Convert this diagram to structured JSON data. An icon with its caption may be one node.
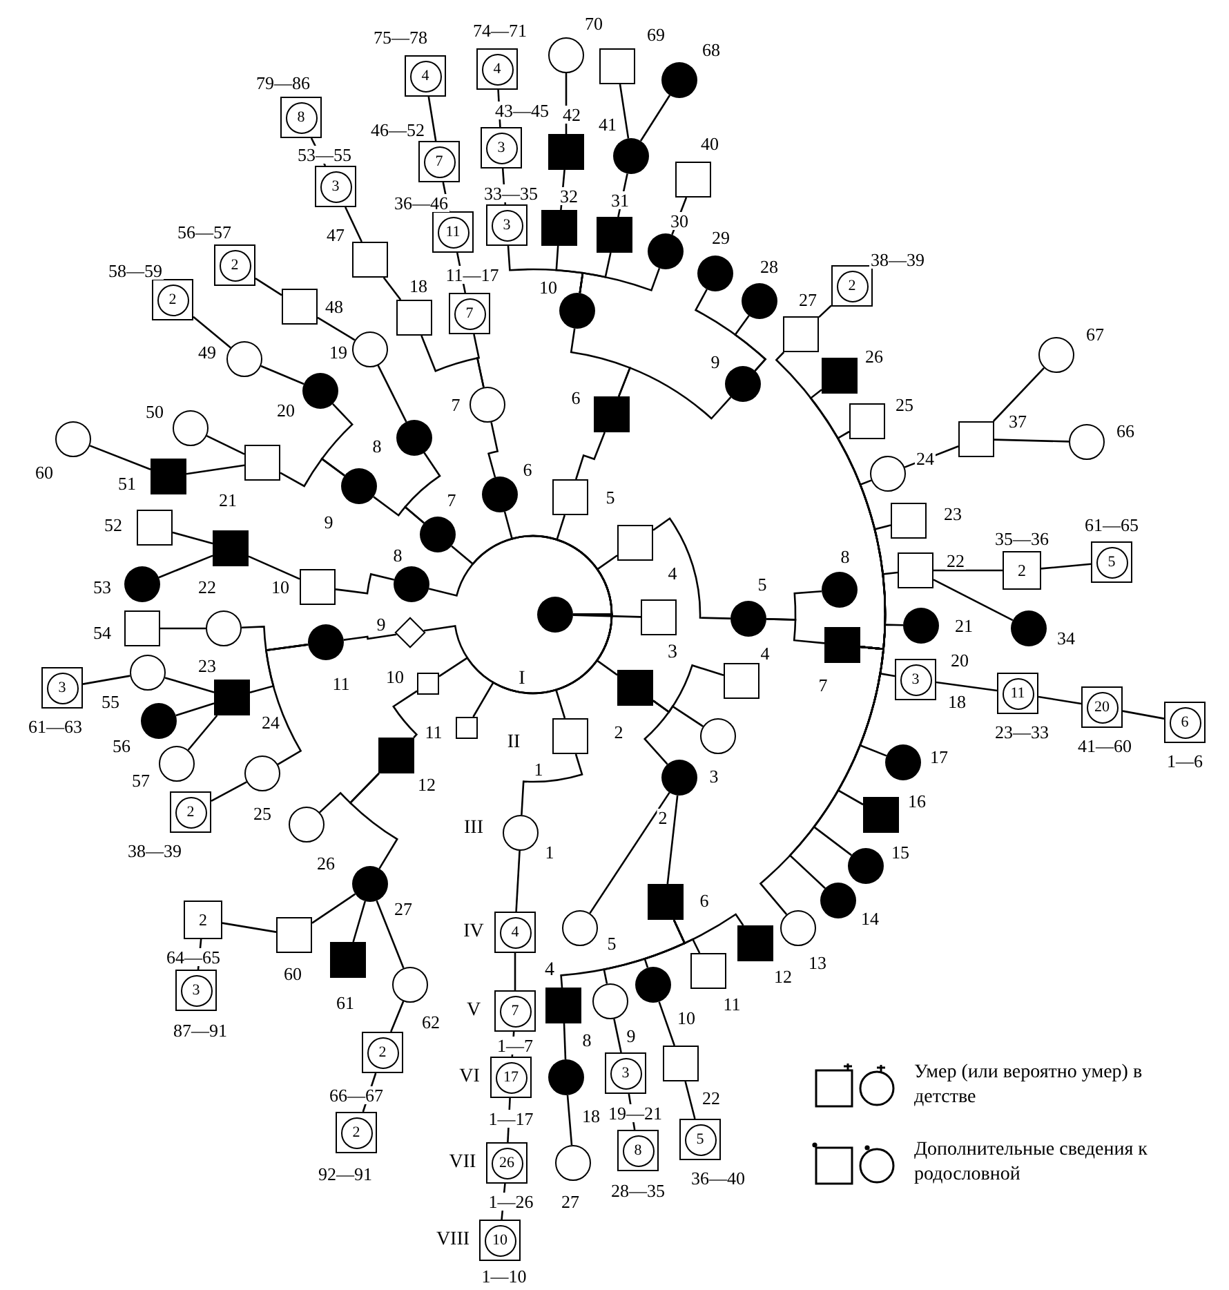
{
  "diagram": {
    "nodes": [
      {
        "text": [],
        "shape": "circle"
      },
      {
        "text": [],
        "shape": "box"
      },
      {
        "text": [],
        "shape": "box",
        "beside": [
          "1"
        ]
      },
      {
        "text": [],
        "shape": "box",
        "beside": [
          "2"
        ]
      },
      {
        "text": [],
        "shape": "box",
        "beside": [
          "4"
        ]
      },
      {
        "text": [],
        "shape": "box",
        "beside": [
          "5"
        ]
      },
      {
        "text": [],
        "shape": "circle",
        "beside": [
          "6"
        ]
      },
      {
        "text": [],
        "shape": "circle",
        "beside": [
          "7"
        ]
      },
      {
        "text": [],
        "shape": "circle",
        "beside": [
          "8"
        ]
      },
      {
        "text": [],
        "shape": "diamond",
        "beside": [
          "9"
        ]
      },
      {
        "text": [],
        "shape": "box",
        "beside": [
          "10"
        ]
      },
      {
        "text": [],
        "shape": "box",
        "beside": [
          "11"
        ]
      },
      {
        "text": [],
        "shape": "circle",
        "beside": [
          "1"
        ]
      },
      {
        "text": [],
        "shape": "circle",
        "beside": [
          "2"
        ]
      },
      {
        "text": [],
        "shape": "circle",
        "beside": [
          "3"
        ]
      },
      {
        "text": [],
        "shape": "box",
        "beside": [
          "4"
        ]
      },
      {
        "text": [],
        "shape": "circle",
        "beside": [
          "5"
        ]
      },
      {
        "text": [],
        "shape": "box",
        "beside": [
          "6"
        ]
      },
      {
        "text": [],
        "shape": "circle",
        "beside": [
          "7"
        ]
      },
      {
        "text": [],
        "shape": "circle",
        "beside": [
          "8"
        ]
      },
      {
        "text": [],
        "shape": "circle",
        "beside": [
          "9"
        ]
      },
      {
        "text": [],
        "shape": "box",
        "beside": [
          "10"
        ]
      },
      {
        "text": [],
        "shape": "circle",
        "beside": [
          "11"
        ]
      },
      {
        "text": [],
        "shape": "box",
        "beside": [
          "12"
        ]
      },
      {
        "text": [
          "4"
        ]
      },
      {
        "text": [],
        "shape": "circle",
        "beside": [
          "5"
        ]
      },
      {
        "text": [],
        "shape": "box",
        "beside": [
          "6"
        ]
      },
      {
        "text": [
          "7"
        ],
        "beside": [
          "1—7"
        ]
      },
      {
        "text": [],
        "shape": "box",
        "beside": [
          "8"
        ]
      },
      {
        "text": [],
        "shape": "circle",
        "beside": [
          "9"
        ]
      },
      {
        "text": [],
        "shape": "circle",
        "beside": [
          "10"
        ]
      },
      {
        "text": [],
        "shape": "box",
        "beside": [
          "11"
        ]
      },
      {
        "text": [],
        "shape": "box",
        "beside": [
          "12"
        ]
      },
      {
        "text": [],
        "shape": "circle",
        "beside": [
          "13"
        ]
      },
      {
        "text": [],
        "shape": "circle",
        "beside": [
          "14"
        ]
      },
      {
        "text": [],
        "shape": "circle",
        "beside": [
          "15"
        ]
      },
      {
        "text": [],
        "shape": "box",
        "beside": [
          "16"
        ]
      },
      {
        "text": [],
        "shape": "circle",
        "beside": [
          "17"
        ]
      },
      {
        "text": [
          "3"
        ],
        "beside": [
          "20",
          "18"
        ]
      },
      {
        "text": [],
        "shape": "circle",
        "beside": [
          "21"
        ]
      },
      {
        "text": [],
        "shape": "box",
        "beside": [
          "22"
        ]
      },
      {
        "text": [],
        "shape": "box",
        "beside": [
          "23"
        ]
      },
      {
        "text": [],
        "shape": "circle",
        "beside": [
          "24"
        ]
      },
      {
        "text": [],
        "shape": "box",
        "beside": [
          "25"
        ]
      },
      {
        "text": [],
        "shape": "box",
        "beside": [
          "26"
        ]
      },
      {
        "text": [],
        "shape": "box",
        "beside": [
          "27"
        ]
      },
      {
        "text": [],
        "shape": "circle",
        "beside": [
          "28"
        ]
      },
      {
        "text": [],
        "shape": "circle",
        "beside": [
          "29"
        ]
      },
      {
        "text": [],
        "shape": "circle",
        "beside": [
          "30"
        ]
      },
      {
        "text": [],
        "shape": "box",
        "beside": [
          "31"
        ]
      },
      {
        "text": [],
        "shape": "box",
        "beside": [
          "32"
        ]
      },
      {
        "text": [
          "3"
        ],
        "beside": [
          "33—35"
        ]
      },
      {
        "text": [
          "11"
        ],
        "beside": [
          "36—46"
        ]
      },
      {
        "text": [],
        "shape": "circle",
        "beside": [
          "10"
        ]
      },
      {
        "text": [],
        "shape": "circle",
        "beside": [
          "9"
        ]
      },
      {
        "text": [
          "7"
        ],
        "beside": [
          "11—17"
        ]
      },
      {
        "text": [],
        "shape": "box",
        "beside": [
          "18"
        ]
      },
      {
        "text": [],
        "shape": "circle",
        "beside": [
          "19"
        ]
      },
      {
        "text": [],
        "shape": "circle",
        "beside": [
          "20"
        ]
      },
      {
        "text": [],
        "shape": "box",
        "beside": [
          "47"
        ]
      },
      {
        "text": [],
        "shape": "box",
        "beside": [
          "48"
        ]
      },
      {
        "text": [
          "2"
        ],
        "beside": [
          "56—57"
        ]
      },
      {
        "text": [
          "3"
        ],
        "beside": [
          "53—55"
        ]
      },
      {
        "text": [
          "8"
        ],
        "beside": [
          "79—86"
        ]
      },
      {
        "text": [
          "7"
        ],
        "beside": [
          "46—52"
        ]
      },
      {
        "text": [
          "3"
        ],
        "beside": [
          "43—45"
        ]
      },
      {
        "text": [],
        "shape": "box",
        "beside": [
          "42"
        ]
      },
      {
        "text": [],
        "shape": "circle",
        "beside": [
          "41"
        ]
      },
      {
        "text": [],
        "shape": "box",
        "beside": [
          "40"
        ]
      },
      {
        "text": [
          "4"
        ],
        "beside": [
          "75—78"
        ]
      },
      {
        "text": [
          "4"
        ],
        "beside": [
          "74—71"
        ]
      },
      {
        "text": [],
        "shape": "circle",
        "beside": [
          "70"
        ]
      },
      {
        "text": [],
        "shape": "box",
        "beside": [
          "69"
        ]
      },
      {
        "text": [],
        "shape": "circle",
        "beside": [
          "68"
        ]
      },
      {
        "text": [
          "2"
        ],
        "beside": [
          "58—59"
        ]
      },
      {
        "text": [],
        "shape": "circle",
        "beside": [
          "49"
        ]
      },
      {
        "text": [],
        "shape": "circle",
        "beside": [
          "50"
        ]
      },
      {
        "text": [],
        "shape": "box",
        "beside": [
          "21"
        ]
      },
      {
        "text": [],
        "shape": "circle",
        "beside": [
          "60"
        ]
      },
      {
        "text": [],
        "shape": "box",
        "beside": [
          "51"
        ]
      },
      {
        "text": [],
        "shape": "box",
        "beside": [
          "52"
        ]
      },
      {
        "text": [],
        "shape": "box",
        "beside": [
          "22"
        ]
      },
      {
        "text": [],
        "shape": "circle",
        "beside": [
          "53"
        ]
      },
      {
        "text": [],
        "shape": "box",
        "beside": [
          "54"
        ]
      },
      {
        "text": [],
        "shape": "circle",
        "beside": [
          "23"
        ]
      },
      {
        "text": [],
        "shape": "circle",
        "beside": [
          "55"
        ]
      },
      {
        "text": [
          "3"
        ],
        "beside": [
          "61—63"
        ]
      },
      {
        "text": [],
        "shape": "box",
        "beside": [
          "24"
        ]
      },
      {
        "text": [],
        "shape": "circle",
        "beside": [
          "56"
        ]
      },
      {
        "text": [],
        "shape": "circle",
        "beside": [
          "57"
        ]
      },
      {
        "text": [],
        "shape": "circle",
        "beside": [
          "25"
        ]
      },
      {
        "text": [
          "2"
        ],
        "beside": [
          "38—39"
        ]
      },
      {
        "text": [],
        "shape": "circle",
        "beside": [
          "26"
        ]
      },
      {
        "text": [],
        "shape": "circle",
        "beside": [
          "27"
        ]
      },
      {
        "text": [],
        "shape": "box",
        "beside": [
          "60"
        ]
      },
      {
        "text": [],
        "shape": "box",
        "beside": [
          "61"
        ]
      },
      {
        "text": [],
        "shape": "circle",
        "beside": [
          "62"
        ]
      },
      {
        "text": [
          "2"
        ],
        "beside": [
          "66—67"
        ]
      },
      {
        "text": [
          "2"
        ],
        "beside": [
          "92—91"
        ]
      },
      {
        "text": [
          "2"
        ],
        "beside": [
          "64—65"
        ]
      },
      {
        "text": [
          "3"
        ],
        "beside": [
          "87—91"
        ]
      },
      {
        "text": [],
        "shape": "box",
        "beside": [
          "7"
        ]
      },
      {
        "text": [],
        "shape": "circle",
        "beside": [
          "8"
        ]
      },
      {
        "text": [],
        "shape": "box",
        "beside": [
          "37"
        ]
      },
      {
        "text": [],
        "shape": "circle",
        "beside": [
          "67"
        ]
      },
      {
        "text": [],
        "shape": "circle",
        "beside": [
          "66"
        ]
      },
      {
        "text": [
          "2"
        ],
        "beside": [
          "35—36"
        ]
      },
      {
        "text": [
          "5"
        ],
        "beside": [
          "61—65"
        ]
      },
      {
        "text": [],
        "shape": "circle",
        "beside": [
          "34"
        ]
      },
      {
        "text": [
          "11"
        ],
        "beside": [
          "23—33"
        ]
      },
      {
        "text": [
          "20"
        ],
        "beside": [
          "41—60"
        ]
      },
      {
        "text": [
          "6"
        ],
        "beside": [
          "1—6"
        ]
      },
      {
        "text": [
          "2"
        ],
        "beside": [
          "38—39"
        ]
      },
      {
        "text": [
          "17"
        ],
        "beside": [
          "1—17"
        ]
      },
      {
        "text": [],
        "shape": "circle",
        "beside": [
          "18"
        ]
      },
      {
        "text": [
          "3"
        ],
        "beside": [
          "19—21"
        ]
      },
      {
        "text": [],
        "shape": "box",
        "beside": [
          "22"
        ]
      },
      {
        "text": [
          "26"
        ],
        "beside": [
          "1—26"
        ]
      },
      {
        "text": [],
        "shape": "circle",
        "beside": [
          "27"
        ]
      },
      {
        "text": [
          "8"
        ],
        "beside": [
          "28—35"
        ]
      },
      {
        "text": [
          "5"
        ],
        "beside": [
          "36—40"
        ]
      },
      {
        "text": [
          "10"
        ],
        "beside": [
          "1—10"
        ]
      }
    ],
    "edges": [
      {
        "from": 0,
        "to": 1,
        "arrow": "none"
      },
      {
        "from": 0,
        "to": 2,
        "arrow": "none"
      },
      {
        "from": 0,
        "to": 3,
        "arrow": "none"
      },
      {
        "from": 0,
        "to": 4,
        "arrow": "none"
      },
      {
        "from": 0,
        "to": 5,
        "arrow": "none"
      },
      {
        "from": 0,
        "to": 6,
        "arrow": "none"
      },
      {
        "from": 0,
        "to": 7,
        "arrow": "none"
      },
      {
        "from": 0,
        "to": 8,
        "arrow": "none"
      },
      {
        "from": 0,
        "to": 9,
        "arrow": "none"
      },
      {
        "from": 0,
        "to": 10,
        "arrow": "none"
      },
      {
        "from": 0,
        "to": 11,
        "arrow": "none"
      },
      {
        "from": 2,
        "to": 12,
        "arrow": "none"
      },
      {
        "from": 3,
        "to": 13,
        "arrow": "none"
      },
      {
        "from": 3,
        "to": 14,
        "arrow": "none"
      },
      {
        "from": 3,
        "to": 15,
        "arrow": "none"
      },
      {
        "from": 4,
        "to": 16,
        "arrow": "none"
      },
      {
        "from": 5,
        "to": 17,
        "arrow": "none"
      },
      {
        "from": 6,
        "to": 18,
        "arrow": "none"
      },
      {
        "from": 7,
        "to": 19,
        "arrow": "none"
      },
      {
        "from": 7,
        "to": 20,
        "arrow": "none"
      },
      {
        "from": 8,
        "to": 21,
        "arrow": "none"
      },
      {
        "from": 9,
        "to": 22,
        "arrow": "none"
      },
      {
        "from": 10,
        "to": 23,
        "arrow": "none"
      },
      {
        "from": 12,
        "to": 24,
        "arrow": "none"
      },
      {
        "from": 13,
        "to": 25,
        "arrow": "none"
      },
      {
        "from": 13,
        "to": 26,
        "arrow": "none"
      },
      {
        "from": 24,
        "to": 27,
        "arrow": "none"
      },
      {
        "from": 26,
        "to": 28,
        "arrow": "none"
      },
      {
        "from": 26,
        "to": 29,
        "arrow": "none"
      },
      {
        "from": 26,
        "to": 30,
        "arrow": "none"
      },
      {
        "from": 26,
        "to": 31,
        "arrow": "none"
      },
      {
        "from": 26,
        "to": 32,
        "arrow": "none"
      },
      {
        "from": 16,
        "to": 101,
        "arrow": "none"
      },
      {
        "from": 16,
        "to": 102,
        "arrow": "none"
      },
      {
        "from": 17,
        "to": 53,
        "arrow": "none"
      },
      {
        "from": 17,
        "to": 54,
        "arrow": "none"
      },
      {
        "from": 101,
        "to": 33,
        "arrow": "none"
      },
      {
        "from": 101,
        "to": 34,
        "arrow": "none"
      },
      {
        "from": 101,
        "to": 35,
        "arrow": "none"
      },
      {
        "from": 101,
        "to": 36,
        "arrow": "none"
      },
      {
        "from": 101,
        "to": 37,
        "arrow": "none"
      },
      {
        "from": 101,
        "to": 38,
        "arrow": "none"
      },
      {
        "from": 101,
        "to": 39,
        "arrow": "none"
      },
      {
        "from": 101,
        "to": 40,
        "arrow": "none"
      },
      {
        "from": 101,
        "to": 41,
        "arrow": "none"
      },
      {
        "from": 101,
        "to": 42,
        "arrow": "none"
      },
      {
        "from": 101,
        "to": 43,
        "arrow": "none"
      },
      {
        "from": 101,
        "to": 44,
        "arrow": "none"
      },
      {
        "from": 101,
        "to": 45,
        "arrow": "none"
      },
      {
        "from": 54,
        "to": 46,
        "arrow": "none"
      },
      {
        "from": 54,
        "to": 47,
        "arrow": "none"
      },
      {
        "from": 53,
        "to": 48,
        "arrow": "none"
      },
      {
        "from": 53,
        "to": 49,
        "arrow": "none"
      },
      {
        "from": 53,
        "to": 50,
        "arrow": "none"
      },
      {
        "from": 53,
        "to": 51,
        "arrow": "none"
      },
      {
        "from": 55,
        "to": 52,
        "arrow": "none"
      },
      {
        "from": 50,
        "to": 66,
        "arrow": "none"
      },
      {
        "from": 51,
        "to": 65,
        "arrow": "none"
      },
      {
        "from": 49,
        "to": 67,
        "arrow": "none"
      },
      {
        "from": 48,
        "to": 68,
        "arrow": "none"
      },
      {
        "from": 52,
        "to": 64,
        "arrow": "none"
      },
      {
        "from": 65,
        "to": 70,
        "arrow": "none"
      },
      {
        "from": 66,
        "to": 71,
        "arrow": "none"
      },
      {
        "from": 67,
        "to": 72,
        "arrow": "none"
      },
      {
        "from": 67,
        "to": 73,
        "arrow": "none"
      },
      {
        "from": 64,
        "to": 69,
        "arrow": "none"
      },
      {
        "from": 18,
        "to": 55,
        "arrow": "none"
      },
      {
        "from": 18,
        "to": 56,
        "arrow": "none"
      },
      {
        "from": 19,
        "to": 57,
        "arrow": "none"
      },
      {
        "from": 20,
        "to": 58,
        "arrow": "none"
      },
      {
        "from": 56,
        "to": 59,
        "arrow": "none"
      },
      {
        "from": 59,
        "to": 62,
        "arrow": "none"
      },
      {
        "from": 62,
        "to": 63,
        "arrow": "none"
      },
      {
        "from": 57,
        "to": 60,
        "arrow": "none"
      },
      {
        "from": 60,
        "to": 61,
        "arrow": "none"
      },
      {
        "from": 58,
        "to": 75,
        "arrow": "none"
      },
      {
        "from": 75,
        "to": 74,
        "arrow": "none"
      },
      {
        "from": 20,
        "to": 77,
        "arrow": "none"
      },
      {
        "from": 77,
        "to": 76,
        "arrow": "none"
      },
      {
        "from": 77,
        "to": 79,
        "arrow": "none"
      },
      {
        "from": 79,
        "to": 78,
        "arrow": "none"
      },
      {
        "from": 21,
        "to": 81,
        "arrow": "none"
      },
      {
        "from": 81,
        "to": 80,
        "arrow": "none"
      },
      {
        "from": 81,
        "to": 82,
        "arrow": "none"
      },
      {
        "from": 22,
        "to": 84,
        "arrow": "none"
      },
      {
        "from": 84,
        "to": 83,
        "arrow": "none"
      },
      {
        "from": 22,
        "to": 87,
        "arrow": "none"
      },
      {
        "from": 87,
        "to": 85,
        "arrow": "none"
      },
      {
        "from": 85,
        "to": 86,
        "arrow": "none"
      },
      {
        "from": 87,
        "to": 88,
        "arrow": "none"
      },
      {
        "from": 87,
        "to": 89,
        "arrow": "none"
      },
      {
        "from": 22,
        "to": 90,
        "arrow": "none"
      },
      {
        "from": 90,
        "to": 91,
        "arrow": "none"
      },
      {
        "from": 23,
        "to": 92,
        "arrow": "none"
      },
      {
        "from": 23,
        "to": 93,
        "arrow": "none"
      },
      {
        "from": 93,
        "to": 94,
        "arrow": "none"
      },
      {
        "from": 93,
        "to": 95,
        "arrow": "none"
      },
      {
        "from": 93,
        "to": 96,
        "arrow": "none"
      },
      {
        "from": 96,
        "to": 97,
        "arrow": "none"
      },
      {
        "from": 97,
        "to": 98,
        "arrow": "none"
      },
      {
        "from": 94,
        "to": 99,
        "arrow": "none"
      },
      {
        "from": 99,
        "to": 100,
        "arrow": "none"
      },
      {
        "from": 42,
        "to": 103,
        "arrow": "none"
      },
      {
        "from": 103,
        "to": 104,
        "arrow": "none"
      },
      {
        "from": 103,
        "to": 105,
        "arrow": "none"
      },
      {
        "from": 40,
        "to": 106,
        "arrow": "none"
      },
      {
        "from": 106,
        "to": 107,
        "arrow": "none"
      },
      {
        "from": 40,
        "to": 108,
        "arrow": "none"
      },
      {
        "from": 38,
        "to": 109,
        "arrow": "none"
      },
      {
        "from": 109,
        "to": 110,
        "arrow": "none"
      },
      {
        "from": 110,
        "to": 111,
        "arrow": "none"
      },
      {
        "from": 45,
        "to": 112,
        "arrow": "none"
      },
      {
        "from": 27,
        "to": 113,
        "arrow": "none"
      },
      {
        "from": 28,
        "to": 114,
        "arrow": "none"
      },
      {
        "from": 29,
        "to": 115,
        "arrow": "none"
      },
      {
        "from": 30,
        "to": 116,
        "arrow": "none"
      },
      {
        "from": 113,
        "to": 117,
        "arrow": "none"
      },
      {
        "from": 114,
        "to": 118,
        "arrow": "none"
      },
      {
        "from": 115,
        "to": 119,
        "arrow": "none"
      },
      {
        "from": 116,
        "to": 120,
        "arrow": "none"
      },
      {
        "from": 117,
        "to": 121,
        "arrow": "none"
      }
    ],
    "labels": [
      "I",
      "II",
      "III",
      "IV",
      "V",
      "VI",
      "VII",
      "VIII",
      "3",
      "4"
    ],
    "legend": [
      {
        "text": "Умер (или вероятно умер) в детстве"
      },
      {
        "text": "Дополнительные сведения к родословной"
      }
    ]
  }
}
